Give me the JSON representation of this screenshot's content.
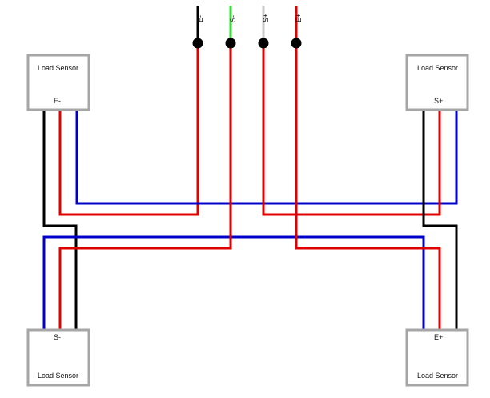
{
  "colors": {
    "red": "#e00000",
    "black": "#000000",
    "blue": "#0000cc",
    "green": "#33dd33",
    "grey": "#c8c8c8",
    "box_border": "#a6a6a6"
  },
  "leads": [
    {
      "label": "E-",
      "color": "black"
    },
    {
      "label": "S-",
      "color": "green"
    },
    {
      "label": "S+",
      "color": "grey"
    },
    {
      "label": "E+",
      "color": "red"
    }
  ],
  "sensors": {
    "top_left": {
      "title": "Load Sensor",
      "terminal": "E-"
    },
    "top_right": {
      "title": "Load Sensor",
      "terminal": "S+"
    },
    "bottom_left": {
      "title": "Load Sensor",
      "terminal": "S-"
    },
    "bottom_right": {
      "title": "Load Sensor",
      "terminal": "E+"
    }
  }
}
